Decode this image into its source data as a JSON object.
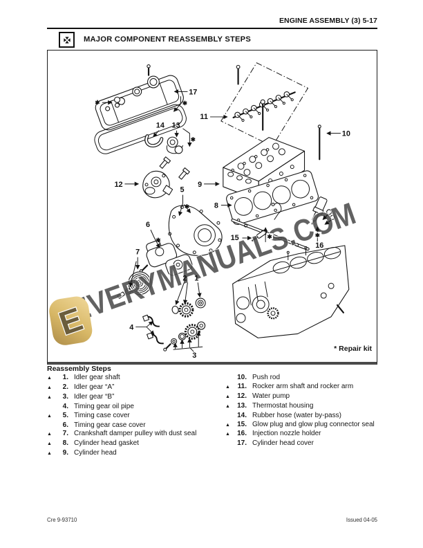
{
  "page": {
    "header_right": "ENGINE ASSEMBLY (3) 5-17",
    "section_title": "MAJOR COMPONENT REASSEMBLY STEPS",
    "footer_left": "Cre 9-93710",
    "footer_right": "Issued 04-05"
  },
  "diagram": {
    "repair_kit_note": "* Repair kit",
    "watermark": "EVERYMANUALS.COM",
    "logo_letter": "E",
    "star": "✱",
    "callouts": {
      "n1": "1",
      "n2": "2",
      "n3": "3",
      "n4": "4",
      "n5": "5",
      "n6": "6",
      "n7": "7",
      "n8": "8",
      "n9": "9",
      "n10": "10",
      "n11": "11",
      "n12": "12",
      "n13": "13",
      "n14": "14",
      "n15": "15",
      "n16": "16",
      "n17": "17"
    }
  },
  "reassembly": {
    "heading": "Reassembly Steps",
    "left": [
      {
        "marker": "▲",
        "num": "1.",
        "label": "Idler gear shaft"
      },
      {
        "marker": "▲",
        "num": "2.",
        "label": "Idler gear “A”"
      },
      {
        "marker": "▲",
        "num": "3.",
        "label": "Idler gear “B”"
      },
      {
        "marker": "",
        "num": "4.",
        "label": "Timing gear oil pipe"
      },
      {
        "marker": "▲",
        "num": "5.",
        "label": "Timing case cover"
      },
      {
        "marker": "",
        "num": "6.",
        "label": "Timing gear case cover"
      },
      {
        "marker": "▲",
        "num": "7.",
        "label": "Crankshaft damper pulley with dust seal"
      },
      {
        "marker": "▲",
        "num": "8.",
        "label": "Cylinder head gasket"
      },
      {
        "marker": "▲",
        "num": "9.",
        "label": "Cylinder head"
      }
    ],
    "right": [
      {
        "marker": "",
        "num": "10.",
        "label": "Push rod"
      },
      {
        "marker": "▲",
        "num": "11.",
        "label": "Rocker arm shaft and rocker arm"
      },
      {
        "marker": "▲",
        "num": "12.",
        "label": "Water pump"
      },
      {
        "marker": "▲",
        "num": "13.",
        "label": "Thermostat housing"
      },
      {
        "marker": "",
        "num": "14.",
        "label": "Rubber hose (water by-pass)"
      },
      {
        "marker": "▲",
        "num": "15.",
        "label": "Glow plug and glow plug connector seal"
      },
      {
        "marker": "▲",
        "num": "16.",
        "label": "Injection nozzle holder"
      },
      {
        "marker": "",
        "num": "17.",
        "label": "Cylinder head cover"
      }
    ]
  },
  "colors": {
    "ink": "#141414",
    "logo_gold": "#d7b766",
    "watermark_gray": "#4d4d4d"
  }
}
